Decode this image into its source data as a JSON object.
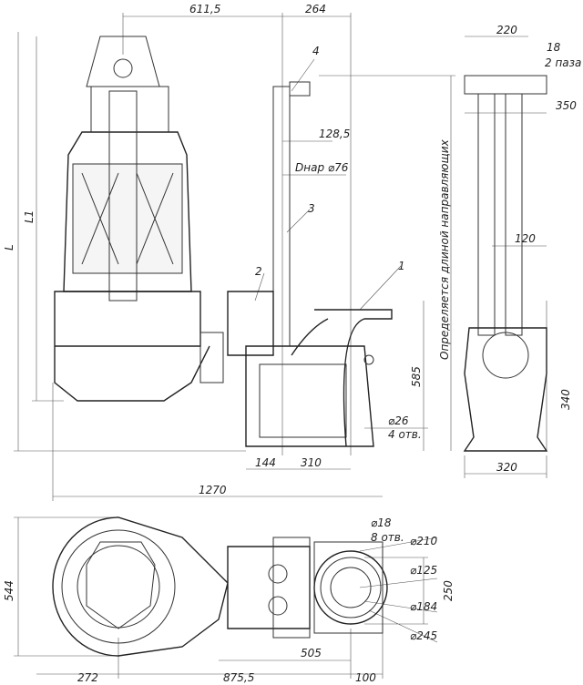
{
  "dims": {
    "d611": "611,5",
    "d264": "264",
    "d128": "128,5",
    "dnar": "Dнар ⌀76",
    "L": "L",
    "L1": "L1",
    "d585": "585",
    "d26": "⌀26",
    "holes4": "4 отв.",
    "d144": "144",
    "d310": "310",
    "d1270": "1270",
    "rail_note": "Определяется длиной направляющих",
    "d220": "220",
    "d18": "18",
    "slots2": "2 паза",
    "d350": "350",
    "d120": "120",
    "d340": "340",
    "d320": "320",
    "p18": "⌀18",
    "holes8": "8 отв.",
    "p210": "⌀210",
    "p125": "⌀125",
    "p184": "⌀184",
    "p245": "⌀245",
    "d250": "250",
    "d544": "544",
    "d505": "505",
    "d272": "272",
    "d875": "875,5",
    "d100": "100"
  },
  "callouts": {
    "c1": "1",
    "c2": "2",
    "c3": "3",
    "c4": "4"
  }
}
